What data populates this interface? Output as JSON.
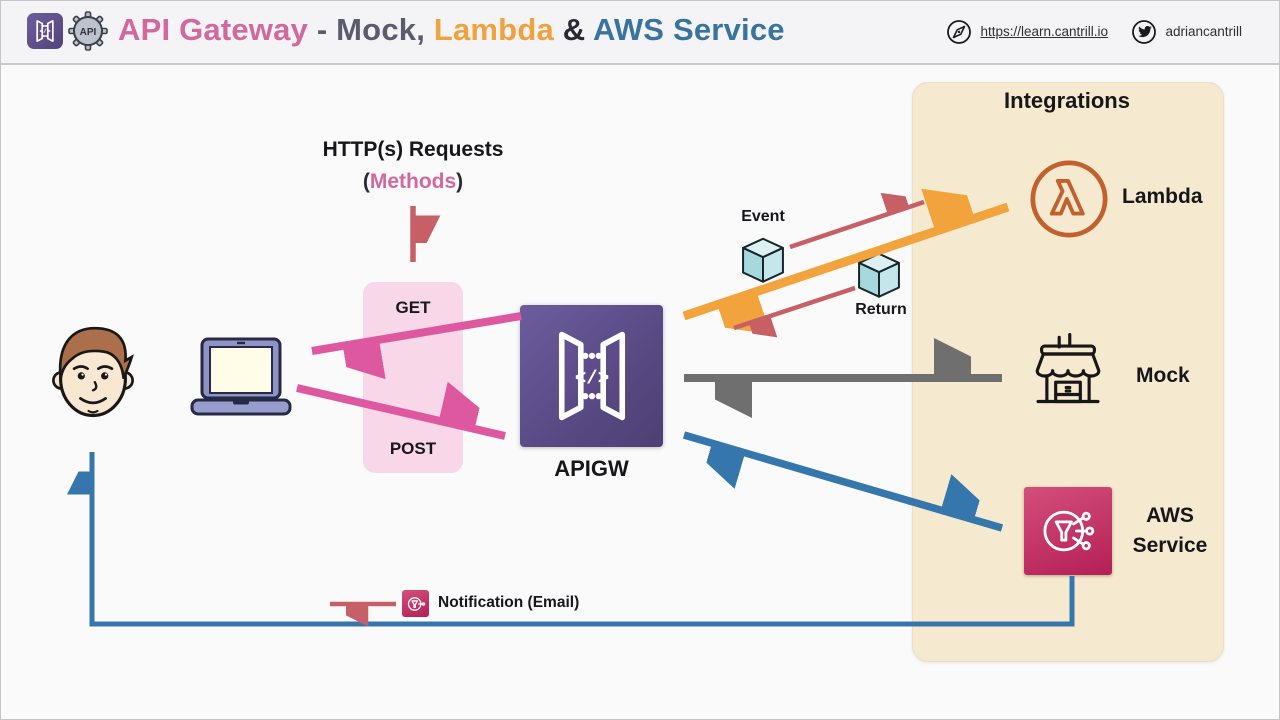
{
  "header": {
    "title": {
      "part1": "API Gateway ",
      "part2": "- Mock, ",
      "part3": "Lambda ",
      "part4": "& ",
      "part5": "AWS Service"
    },
    "gear_text": "API",
    "site_link": "https://learn.cantrill.io",
    "twitter_handle": "adriancantrill"
  },
  "diagram": {
    "requests_title": "HTTP(s) Requests",
    "methods_open": "(",
    "methods_word": "Methods",
    "methods_close": ")",
    "get_label": "GET",
    "post_label": "POST",
    "apigw_label": "APIGW",
    "apigw_glyph": "</>",
    "integrations_title": "Integrations",
    "lambda_label": "Lambda",
    "mock_label": "Mock",
    "aws_service_label": "AWS Service",
    "event_label": "Event",
    "return_label": "Return",
    "notification_label": "Notification (Email)"
  },
  "colors": {
    "title_pink": "#d2689e",
    "title_slate": "#5c5b6e",
    "title_orange": "#efa23d",
    "title_dark": "#2a2a33",
    "title_blue": "#3a739e",
    "arrow_pink": "#de58a0",
    "arrow_orange": "#f2a33c",
    "arrow_gray": "#6f6f6f",
    "arrow_blue": "#3577ac",
    "arrow_crimson": "#c65f66",
    "panel_cream": "#f5e9cf",
    "methods_box_pink": "#f7d7e8",
    "apigw_purple": "#5b4b82",
    "sns_pink": "#c52860",
    "lambda_rust": "#c2612d"
  }
}
